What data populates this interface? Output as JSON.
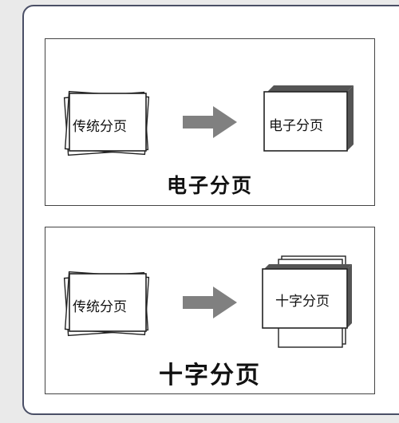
{
  "panels": [
    {
      "left_card": "传统分页",
      "right_card": "电子分页",
      "caption": "电子分页"
    },
    {
      "left_card": "传统分页",
      "right_card": "十字分页",
      "caption": "十字分页"
    }
  ],
  "colors": {
    "frame_border": "#4a4f66",
    "arrow": "#808080",
    "stack_shadow": "#555555"
  }
}
